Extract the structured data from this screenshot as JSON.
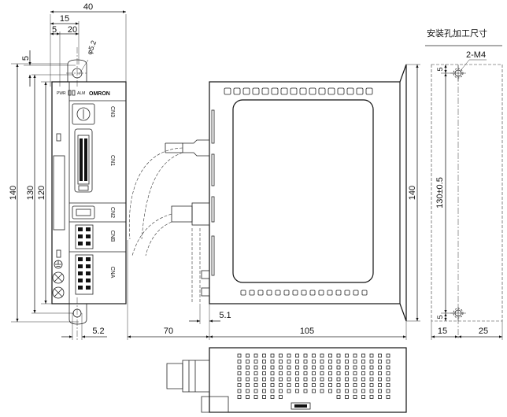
{
  "title": "安装孔加工尺寸",
  "front": {
    "width_40": "40",
    "dim_15": "15",
    "dim_5": "5",
    "dim_20": "20",
    "hole_phi": "φ5.2",
    "dim_5_top": "5",
    "height_140": "140",
    "height_130": "130",
    "height_120": "120",
    "dim_5_2": "5.2",
    "indicators": {
      "pwr": "PWR",
      "alm": "ALM",
      "brand": "OMRON"
    },
    "connectors": {
      "cn3": "CN3",
      "cn1": "CN1",
      "cn2": "CN2",
      "cnb": "CNB",
      "cna": "CNA"
    }
  },
  "side": {
    "dim_70": "70",
    "dim_105": "105",
    "dim_5_1": "5.1",
    "height_140": "140"
  },
  "mount": {
    "thread": "2-M4",
    "dim_5_top": "5",
    "dim_130": "130±0.5",
    "dim_5_bottom": "5",
    "dim_15": "15",
    "dim_25": "25"
  }
}
